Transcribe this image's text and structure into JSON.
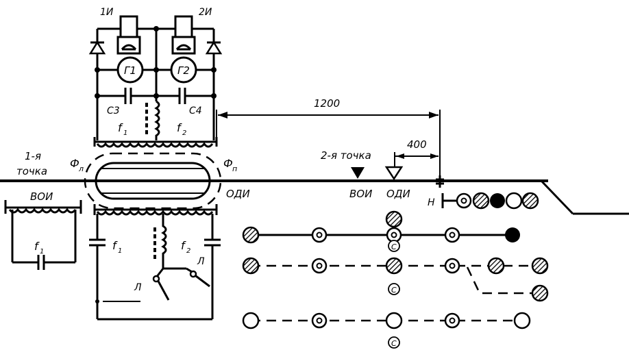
{
  "labels": {
    "gen1": "1И",
    "gen2": "2И",
    "g1": "Г1",
    "g2": "Г2",
    "c3": "С3",
    "c4": "С4",
    "f1_top": "f",
    "f2_top": "f",
    "sub1": "1",
    "sub2": "2",
    "point1_a": "1-я",
    "point1_b": "точка",
    "phi_l": "Ф",
    "phi_l_sub": "л",
    "phi_p": "Ф",
    "phi_p_sub": "п",
    "voi_left": "ВОИ",
    "f1_left": "f",
    "odi_center": "ОДИ",
    "dim_1200": "1200",
    "dim_400": "400",
    "point2": "2-я точка",
    "voi_mid": "ВОИ",
    "odi_mid": "ОДИ",
    "n_label": "Н",
    "f1_bottom": "f",
    "f2_bottom": "f",
    "l_right": "Л",
    "l_bottom": "Л",
    "c_mark": "С"
  }
}
